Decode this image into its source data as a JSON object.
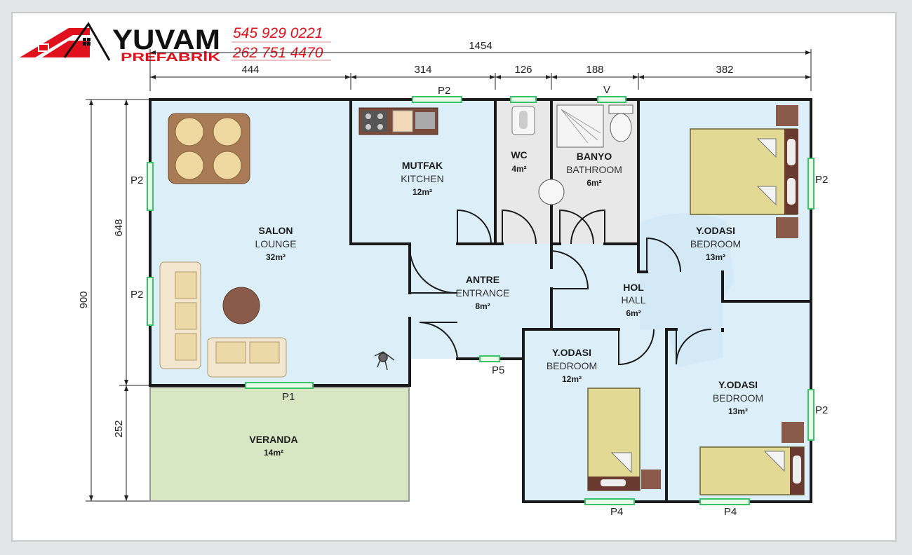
{
  "brand": {
    "name": "YUVAM",
    "sub": "PREFABRİK",
    "phone1": "545 929 0221",
    "phone2": "262 751 4470",
    "red": "#e0101c"
  },
  "dimensions": {
    "total_width": "1454",
    "segments": [
      "444",
      "314",
      "126",
      "188",
      "382"
    ],
    "total_height": "900",
    "vertical": [
      "648",
      "252"
    ]
  },
  "rooms": {
    "salon": {
      "name": "SALON",
      "sub": "LOUNGE",
      "area": "32m²"
    },
    "mutfak": {
      "name": "MUTFAK",
      "sub": "KITCHEN",
      "area": "12m²"
    },
    "wc": {
      "name": "WC",
      "area": "4m²"
    },
    "banyo": {
      "name": "BANYO",
      "sub": "BATHROOM",
      "area": "6m²"
    },
    "bed1": {
      "name": "Y.ODASI",
      "sub": "BEDROOM",
      "area": "13m²"
    },
    "antre": {
      "name": "ANTRE",
      "sub": "ENTRANCE",
      "area": "8m²"
    },
    "hol": {
      "name": "HOL",
      "sub": "HALL",
      "area": "6m²"
    },
    "bed2": {
      "name": "Y.ODASI",
      "sub": "BEDROOM",
      "area": "12m²"
    },
    "bed3": {
      "name": "Y.ODASI",
      "sub": "BEDROOM",
      "area": "13m²"
    },
    "veranda": {
      "name": "VERANDA",
      "area": "14m²"
    }
  },
  "windows": {
    "w_kitchen": "P2",
    "w_bath": "V",
    "w_salon_top": "P2",
    "w_salon_bottom": "P2",
    "w_bed1": "P2",
    "w_bed3": "P2",
    "w_door_salon": "P1",
    "w_door_entry": "P5",
    "w_bed2_bottom": "P4",
    "w_bed3_bottom": "P4"
  },
  "colors": {
    "room_fill": "#dceef8",
    "wet_fill": "#e8e8e8",
    "veranda_fill": "#d7e6c3",
    "wall": "#1a1a1a",
    "window": "#39c46a"
  }
}
